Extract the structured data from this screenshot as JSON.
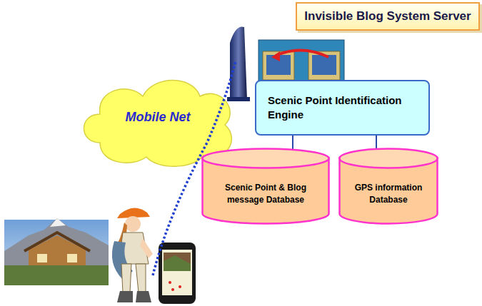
{
  "diagram": {
    "nodes": [
      {
        "text": [
          "Invisible Blog System Server"
        ]
      },
      {
        "text": [
          "Mobile Net"
        ]
      },
      {
        "text": [
          "Scenic Point Identification Engine"
        ]
      },
      {
        "text": [
          "Scenic Point & Blog message Database"
        ]
      },
      {
        "text": [
          "GPS information Database"
        ]
      }
    ],
    "edges": [
      {
        "from": 2,
        "to": 3,
        "arrow": "none"
      },
      {
        "from": 2,
        "to": 4,
        "arrow": "none"
      }
    ]
  }
}
